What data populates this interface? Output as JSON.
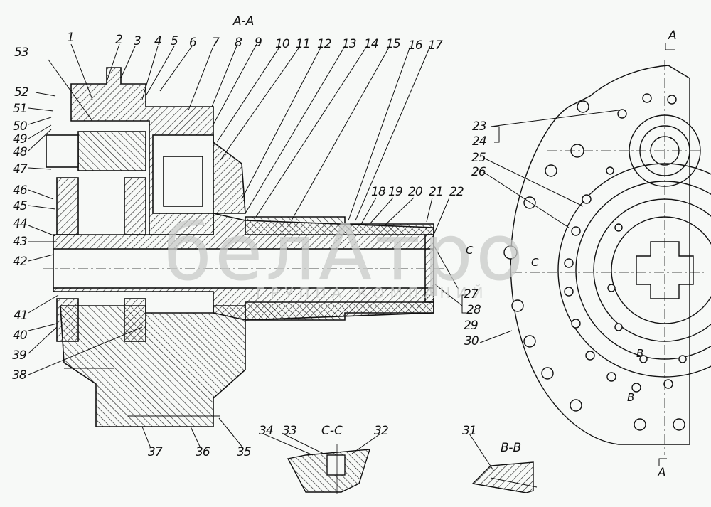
{
  "drawing": {
    "main_section_title": "A-A",
    "section_c_title": "C-C",
    "section_b_title": "B-B",
    "section_marker_top": "A",
    "section_marker_bottom": "A",
    "cut_marks": {
      "c_left": "C",
      "c_right": "C",
      "b_upper": "B",
      "b_lower": "B"
    },
    "watermark": {
      "logo_text": "белАтро",
      "subtitle": "ГРУППА КОМПАНИЙ"
    },
    "part_labels": [
      "1",
      "2",
      "3",
      "4",
      "5",
      "6",
      "7",
      "8",
      "9",
      "10",
      "11",
      "12",
      "13",
      "14",
      "15",
      "16",
      "17",
      "18",
      "19",
      "20",
      "21",
      "22",
      "23",
      "24",
      "25",
      "26",
      "27",
      "28",
      "29",
      "30",
      "31",
      "32",
      "33",
      "34",
      "35",
      "36",
      "37",
      "38",
      "39",
      "40",
      "41",
      "42",
      "43",
      "44",
      "45",
      "46",
      "47",
      "48",
      "49",
      "50",
      "51",
      "52",
      "53"
    ]
  }
}
